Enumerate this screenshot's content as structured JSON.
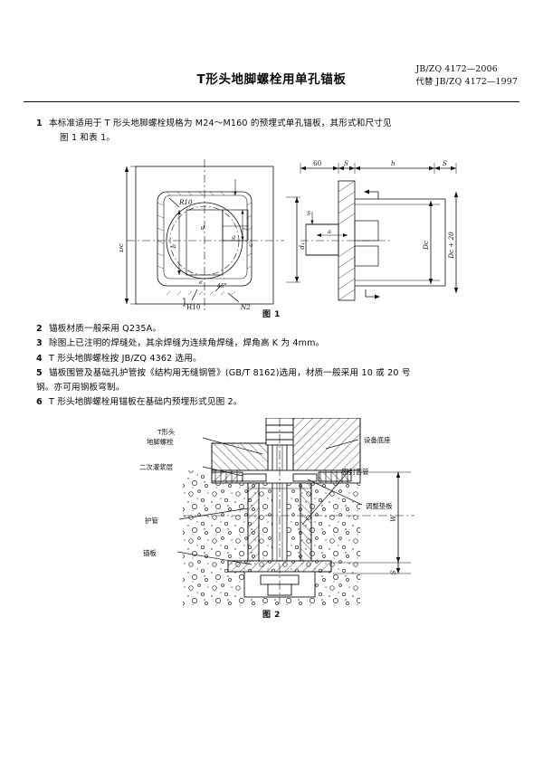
{
  "header": {
    "title": "T形头地脚螺栓用单孔锚板",
    "standard_no": "JB/ZQ 4172—2006",
    "supersedes": "代替 JB/ZQ 4172—1997"
  },
  "clauses": [
    {
      "num": "1",
      "line1": "本标准适用于 T 形头地脚螺栓规格为 M24～M160 的预埋式单孔锚板，其形式和尺寸见",
      "line2": "图 1 和表 1。"
    },
    {
      "num": "2",
      "line1": "锚板材质一般采用 Q235A。",
      "line2": ""
    },
    {
      "num": "3",
      "line1": "除图上已注明的焊缝处，其余焊缝为连续角焊缝，焊角高 K 为 4mm。",
      "line2": ""
    },
    {
      "num": "4",
      "line1": "T 形头地脚螺栓按 JB/ZQ 4362 选用。",
      "line2": ""
    },
    {
      "num": "5",
      "line1": "锚板围管及基础孔护管按《结构用无缝钢管》(GB/T 8162)选用，材质一般采用 10 或 20 号",
      "line2": "钢。亦可用钢板弯制。"
    },
    {
      "num": "6",
      "line1": "T 形头地脚螺栓用锚板在基础内预埋形式见图 2。",
      "line2": ""
    }
  ],
  "figure1": {
    "caption": "图 1",
    "labels": {
      "radius": "R10",
      "weld_h10": "H10",
      "weld_n2": "N2",
      "angle": "45°",
      "dim_dc_left": "Dc",
      "dim_d1_right": "d₁",
      "dim_60": "60",
      "dim_s1": "S",
      "dim_h": "h",
      "dim_s2": "S",
      "dim_s_small": "S",
      "dim_dc": "Dc",
      "dim_dc20": "Dc + 20",
      "dim_d": "d",
      "dim_b": "b",
      "dim_l": "l",
      "dim_a": "a",
      "dim_c": "c",
      "dim_e": "e",
      "dim_g": "g"
    }
  },
  "figure2": {
    "caption": "图 2",
    "labels": {
      "bolt": "T形头\n地脚螺栓",
      "bolt_l1": "T形头",
      "bolt_l2": "地脚螺栓",
      "grout": "二次灌浆层",
      "sleeve_pipe": "护管",
      "anchor_plate": "锚板",
      "equipment_base": "设备底座",
      "shim_plate": "调整垫板",
      "seal_sleeve": "密封套管",
      "dim_W": "W",
      "dim_S": "S"
    }
  }
}
